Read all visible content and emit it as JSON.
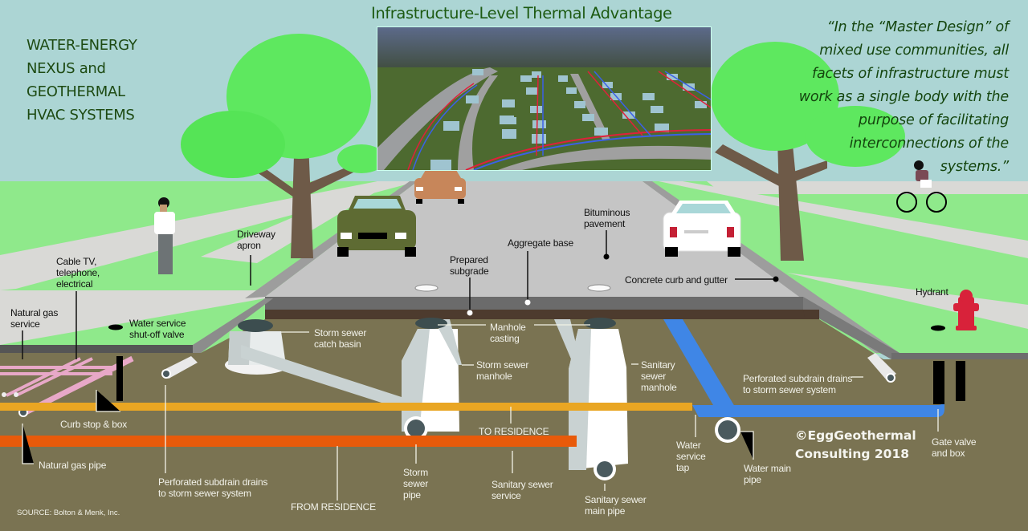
{
  "header": {
    "title_left": "WATER-ENERGY\nNEXUS and\nGEOTHERMAL\nHVAC SYSTEMS",
    "title_top": "Infrastructure-Level Thermal Advantage",
    "quote": "“In the “Master Design” of\nmixed use communities, all\nfacets of infrastructure must\nwork as a single body with the\npurpose of facilitating\ninterconnections of the\nsystems.”"
  },
  "photo": {
    "description": "Aerial photo of subdivision with red and blue geothermal loop lines"
  },
  "labels": {
    "cable_tv": "Cable TV,\ntelephone,\nelectrical",
    "natural_gas_service": "Natural gas\nservice",
    "water_shutoff": "Water service\nshut-off valve",
    "driveway_apron": "Driveway\napron",
    "prepared_subgrade": "Prepared\nsubgrade",
    "aggregate_base": "Aggregate base",
    "bituminous": "Bituminous\npavement",
    "curb_gutter": "Concrete curb and gutter",
    "hydrant": "Hydrant",
    "catch_basin": "Storm sewer\ncatch basin",
    "manhole_casting": "Manhole\ncasting",
    "storm_manhole": "Storm sewer\nmanhole",
    "sanitary_manhole": "Sanitary\nsewer\nmanhole",
    "subdrain_right": "Perforated subdrain drains\nto storm sewer system",
    "curb_stop": "Curb stop & box",
    "to_residence": "TO RESIDENCE",
    "natural_gas_pipe": "Natural gas pipe",
    "subdrain_left": "Perforated subdrain drains\nto storm sewer system",
    "from_residence": "FROM RESIDENCE",
    "storm_pipe": "Storm\nsewer\npipe",
    "sanitary_service": "Sanitary sewer\nservice",
    "sanitary_main": "Sanitary sewer\nmain pipe",
    "water_tap": "Water\nservice\ntap",
    "water_main": "Water main\npipe",
    "gate_valve": "Gate valve\nand box"
  },
  "footer": {
    "copyright": "©EggGeothermal\nConsulting 2018",
    "source": "SOURCE: Bolton & Menk, Inc."
  },
  "colors": {
    "sky": "#acd5d4",
    "grass": "#8fe98b",
    "tree": "#5ee85f",
    "soil": "#7a7352",
    "road": "#c4c4c4",
    "supply_line": "#e9a623",
    "return_line": "#e85a0a",
    "water_main": "#3f86e6",
    "hydrant": "#d8223a"
  }
}
